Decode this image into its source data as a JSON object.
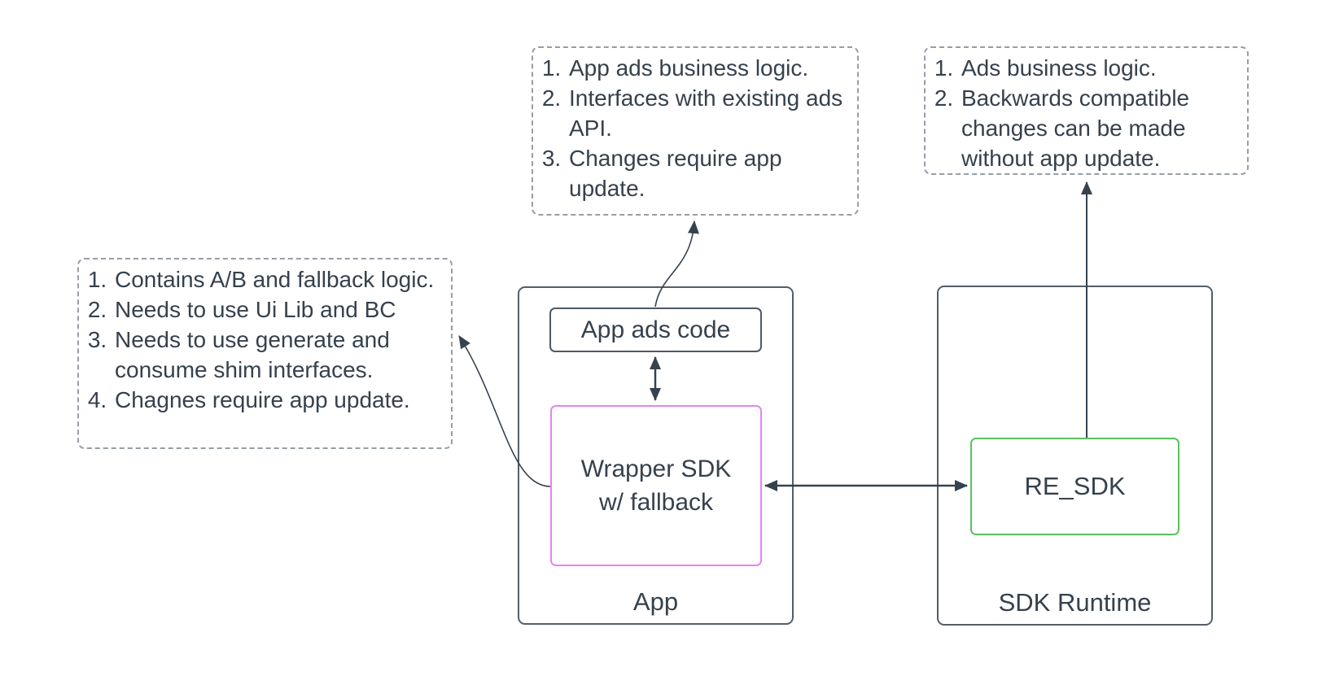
{
  "notes": {
    "app_ads_code_note": {
      "items": [
        "App ads business logic.",
        "Interfaces with existing ads API.",
        "Changes require app update."
      ]
    },
    "re_sdk_note": {
      "items": [
        "Ads business logic.",
        "Backwards compatible changes can be made without app update."
      ]
    },
    "wrapper_sdk_note": {
      "items": [
        "Contains A/B and fallback logic.",
        "Needs to use Ui Lib and BC",
        "Needs to use generate and consume shim interfaces.",
        "Chagnes require app update."
      ]
    }
  },
  "nodes": {
    "app_ads_code": {
      "label": "App ads code"
    },
    "wrapper_sdk": {
      "label": "Wrapper SDK\nw/ fallback"
    },
    "re_sdk": {
      "label": "RE_SDK"
    }
  },
  "containers": {
    "app": {
      "label": "App"
    },
    "sdk_runtime": {
      "label": "SDK Runtime"
    }
  },
  "colors": {
    "text": "#36414d",
    "container_border": "#545e6a",
    "node_border": "#4e5964",
    "wrapper_sdk_border": "#e583f2",
    "re_sdk_border": "#5bc25f",
    "note_border": "#969da5",
    "arrow": "#36424e",
    "background": "#ffffff"
  }
}
